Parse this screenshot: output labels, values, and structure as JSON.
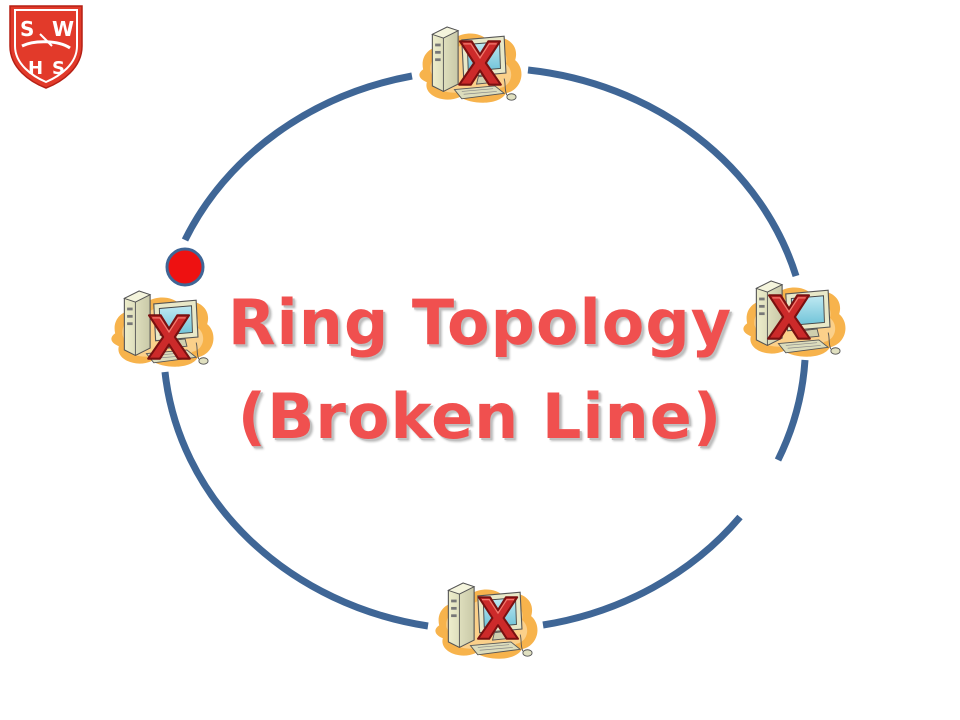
{
  "diagram": {
    "title_line_1": "Ring Topology",
    "title_line_2": "(Broken Line)",
    "ring_color": "#3f6696",
    "token_color": "#ee1111",
    "failure_mark": "X",
    "failure_color": "#cc2a2a"
  },
  "logo": {
    "top_left": "S",
    "top_right": "W",
    "bottom_left": "H",
    "bottom_right": "S",
    "color": "#e23a2a"
  },
  "nodes": [
    {
      "id": "top",
      "icon": "computer-icon",
      "status": "X"
    },
    {
      "id": "left",
      "icon": "computer-icon",
      "status": "X"
    },
    {
      "id": "right",
      "icon": "computer-icon",
      "status": "X"
    },
    {
      "id": "bottom",
      "icon": "computer-icon",
      "status": "X"
    }
  ]
}
